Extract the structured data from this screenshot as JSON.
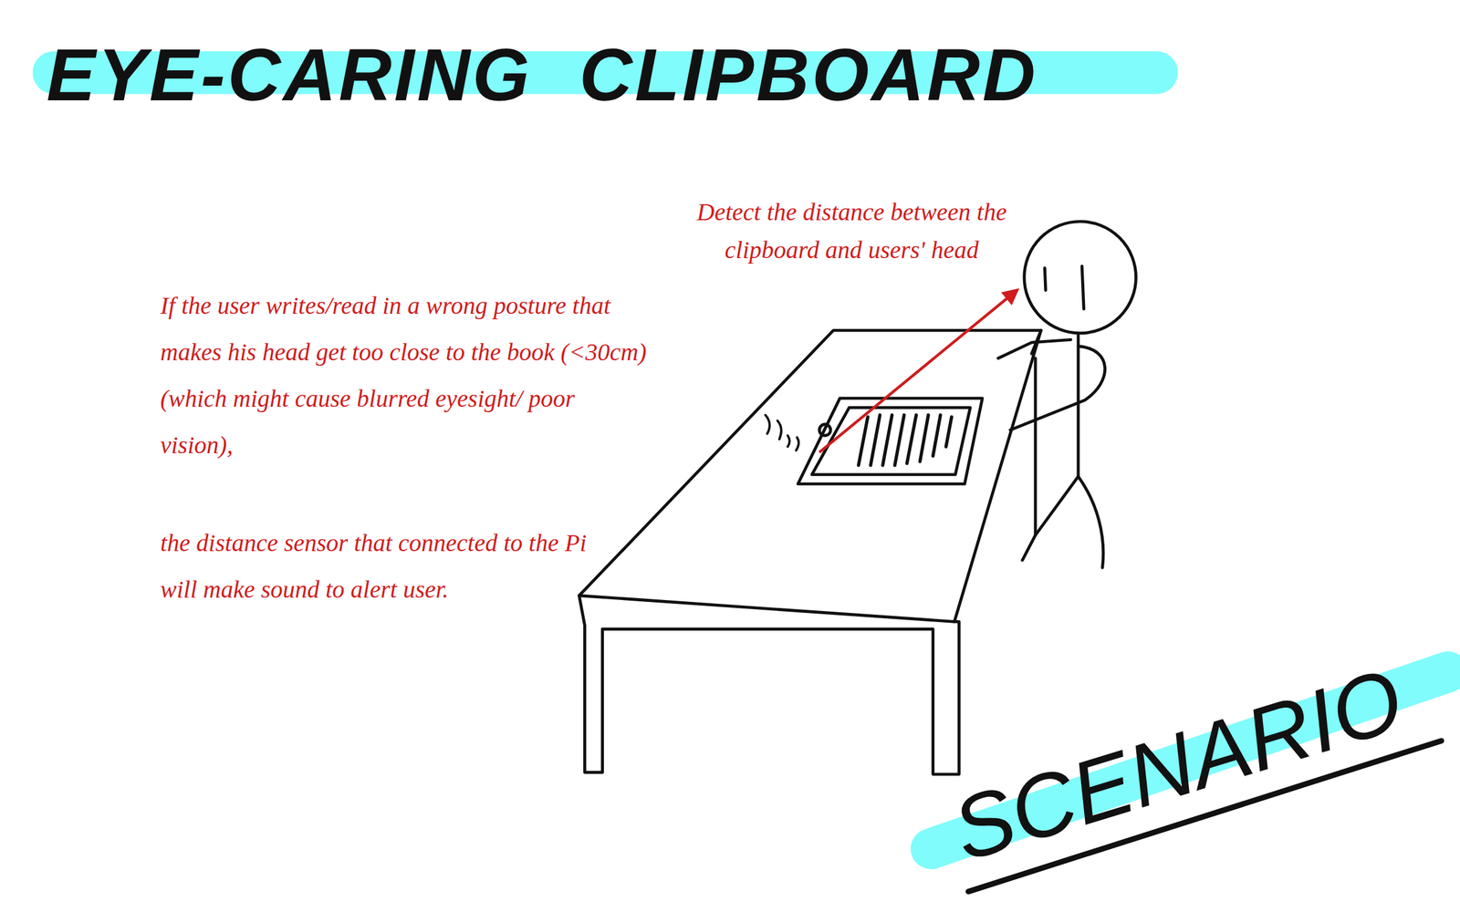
{
  "diagram": {
    "title": "EYE-CARING CLIPBOARD",
    "labels": [
      "Detect the distance between the clipboard and users' head",
      "If the user writes/read in a wrong posture that makes his head get too close to the book (<30cm) (which might cause blurred eyesight/ poor vision),",
      "the distance sensor that connected to the Pi will make sound to alert user.",
      "SCENARIO"
    ]
  }
}
